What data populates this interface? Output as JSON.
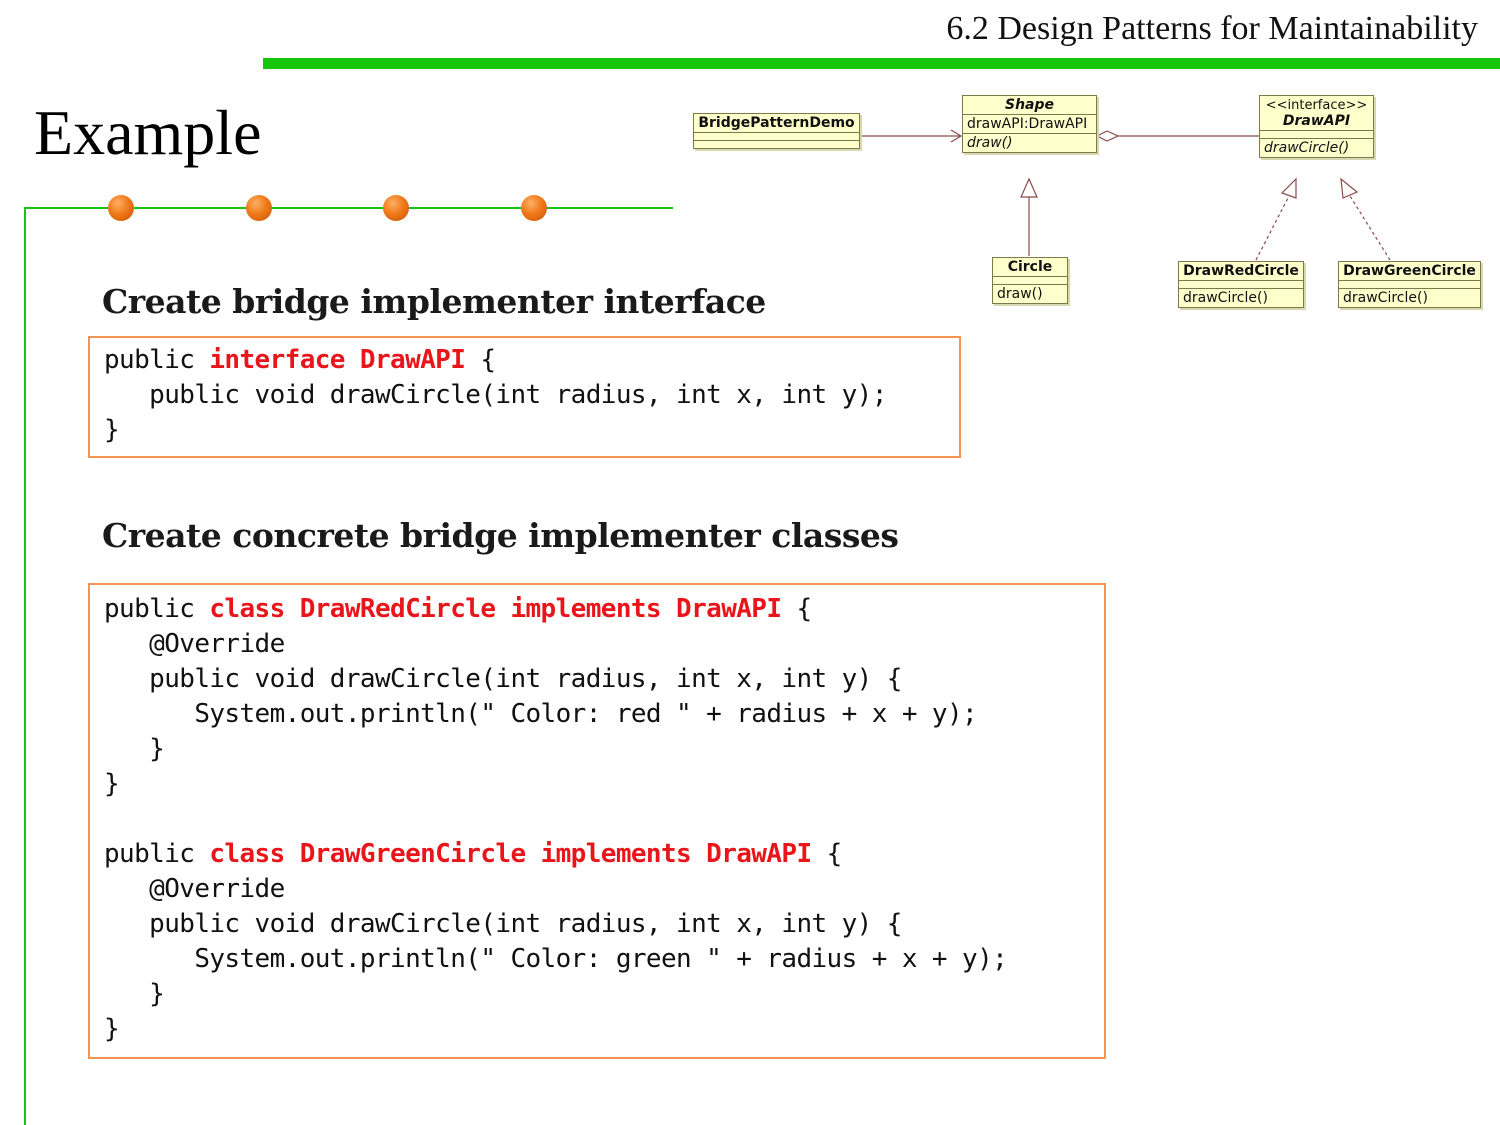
{
  "header": {
    "title": "6.2 Design Patterns for Maintainability"
  },
  "slide": {
    "title": "Example"
  },
  "sections": [
    {
      "heading": "Create bridge implementer interface"
    },
    {
      "heading": "Create concrete bridge implementer classes"
    }
  ],
  "code1": {
    "l1": {
      "a": "public ",
      "kw": "interface DrawAPI",
      "b": " {"
    },
    "l2": "   public void drawCircle(int radius, int x, int y);",
    "l3": "}"
  },
  "code2": {
    "l1": {
      "a": "public ",
      "kw1": "class DrawRedCircle",
      "sp": " ",
      "kw2": "implements DrawAPI",
      "b": " {"
    },
    "l2": "   @Override",
    "l3": "   public void drawCircle(int radius, int x, int y) {",
    "l4": "      System.out.println(\" Color: red \" + radius + x + y);",
    "l5": "   }",
    "l6": "}",
    "l7": {
      "a": "public ",
      "kw1": "class DrawGreenCircle",
      "sp": " ",
      "kw2": "implements DrawAPI",
      "b": " {"
    },
    "l8": "   @Override",
    "l9": "   public void drawCircle(int radius, int x, int y) {",
    "l10": "      System.out.println(\" Color: green \" + radius + x + y);",
    "l11": "   }",
    "l12": "}"
  },
  "uml": {
    "demo": {
      "name": "BridgePatternDemo"
    },
    "shape": {
      "name": "Shape",
      "attr": "drawAPI:DrawAPI",
      "op": "draw()"
    },
    "drawapi": {
      "stereotype": "<<interface>>",
      "name": "DrawAPI",
      "op": "drawCircle()"
    },
    "circle": {
      "name": "Circle",
      "op": "draw()"
    },
    "red": {
      "name": "DrawRedCircle",
      "op": "drawCircle()"
    },
    "green": {
      "name": "DrawGreenCircle",
      "op": "drawCircle()"
    }
  },
  "colors": {
    "accent_green": "#16c60c",
    "keyword_red": "#e8161a",
    "box_border": "#f39451",
    "uml_fill": "#ffffcc"
  }
}
